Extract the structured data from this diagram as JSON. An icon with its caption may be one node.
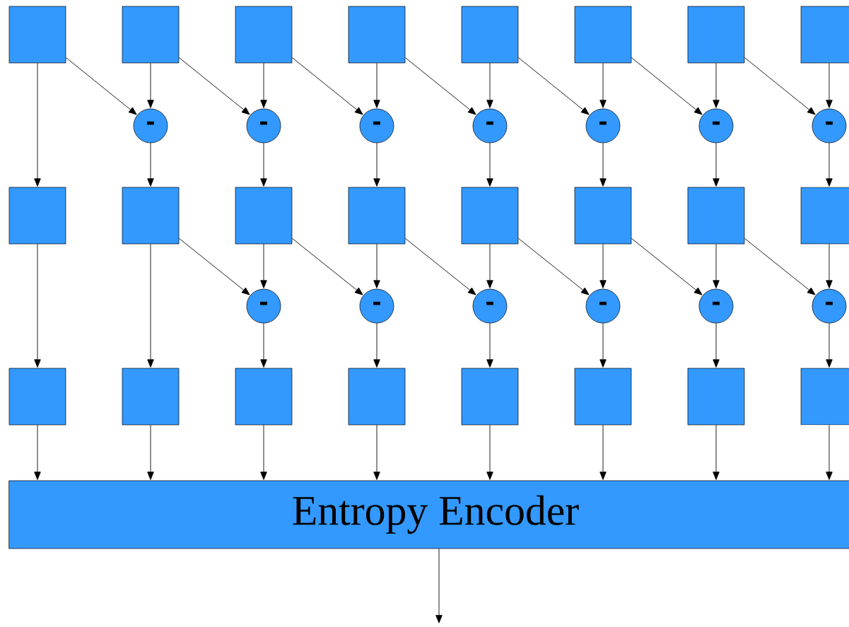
{
  "diagram": {
    "nodes": [
      {
        "text": [],
        "shape": "box"
      },
      {
        "text": [],
        "shape": "box"
      },
      {
        "text": [],
        "shape": "box"
      },
      {
        "text": [],
        "shape": "box"
      },
      {
        "text": [],
        "shape": "box"
      },
      {
        "text": [],
        "shape": "box"
      },
      {
        "text": [],
        "shape": "box"
      },
      {
        "text": [],
        "shape": "box"
      },
      {
        "text": [
          "-"
        ]
      },
      {
        "text": [
          "-"
        ]
      },
      {
        "text": [
          "-"
        ]
      },
      {
        "text": [
          "-"
        ]
      },
      {
        "text": [
          "-"
        ]
      },
      {
        "text": [
          "-"
        ]
      },
      {
        "text": [
          "-"
        ]
      },
      {
        "text": [],
        "shape": "box"
      },
      {
        "text": [],
        "shape": "box"
      },
      {
        "text": [],
        "shape": "box"
      },
      {
        "text": [],
        "shape": "box"
      },
      {
        "text": [],
        "shape": "box"
      },
      {
        "text": [],
        "shape": "box"
      },
      {
        "text": [],
        "shape": "box"
      },
      {
        "text": [],
        "shape": "box"
      },
      {
        "text": [
          "-"
        ]
      },
      {
        "text": [
          "-"
        ]
      },
      {
        "text": [
          "-"
        ]
      },
      {
        "text": [
          "-"
        ]
      },
      {
        "text": [
          "-"
        ]
      },
      {
        "text": [
          "-"
        ]
      },
      {
        "text": [],
        "shape": "box"
      },
      {
        "text": [],
        "shape": "box"
      },
      {
        "text": [],
        "shape": "box"
      },
      {
        "text": [],
        "shape": "box"
      },
      {
        "text": [],
        "shape": "box"
      },
      {
        "text": [],
        "shape": "box"
      },
      {
        "text": [],
        "shape": "box"
      },
      {
        "text": [],
        "shape": "box"
      },
      {
        "text": [
          "Entropy Encoder"
        ]
      }
    ],
    "edges": [
      {
        "from": 0,
        "to": 15,
        "arrow": "to"
      },
      {
        "from": 0,
        "to": 8,
        "arrow": "to"
      },
      {
        "from": 1,
        "to": 8,
        "arrow": "to"
      },
      {
        "from": 8,
        "to": 16,
        "arrow": "to"
      },
      {
        "from": 1,
        "to": 9,
        "arrow": "to"
      },
      {
        "from": 2,
        "to": 9,
        "arrow": "to"
      },
      {
        "from": 9,
        "to": 17,
        "arrow": "to"
      },
      {
        "from": 2,
        "to": 10,
        "arrow": "to"
      },
      {
        "from": 3,
        "to": 10,
        "arrow": "to"
      },
      {
        "from": 10,
        "to": 18,
        "arrow": "to"
      },
      {
        "from": 3,
        "to": 11,
        "arrow": "to"
      },
      {
        "from": 4,
        "to": 11,
        "arrow": "to"
      },
      {
        "from": 11,
        "to": 19,
        "arrow": "to"
      },
      {
        "from": 4,
        "to": 12,
        "arrow": "to"
      },
      {
        "from": 5,
        "to": 12,
        "arrow": "to"
      },
      {
        "from": 12,
        "to": 20,
        "arrow": "to"
      },
      {
        "from": 5,
        "to": 13,
        "arrow": "to"
      },
      {
        "from": 6,
        "to": 13,
        "arrow": "to"
      },
      {
        "from": 13,
        "to": 21,
        "arrow": "to"
      },
      {
        "from": 6,
        "to": 14,
        "arrow": "to"
      },
      {
        "from": 7,
        "to": 14,
        "arrow": "to"
      },
      {
        "from": 14,
        "to": 22,
        "arrow": "to"
      },
      {
        "from": 15,
        "to": 29,
        "arrow": "to"
      },
      {
        "from": 16,
        "to": 30,
        "arrow": "to"
      },
      {
        "from": 16,
        "to": 23,
        "arrow": "to"
      },
      {
        "from": 17,
        "to": 23,
        "arrow": "to"
      },
      {
        "from": 23,
        "to": 31,
        "arrow": "to"
      },
      {
        "from": 17,
        "to": 24,
        "arrow": "to"
      },
      {
        "from": 18,
        "to": 24,
        "arrow": "to"
      },
      {
        "from": 24,
        "to": 32,
        "arrow": "to"
      },
      {
        "from": 18,
        "to": 25,
        "arrow": "to"
      },
      {
        "from": 19,
        "to": 25,
        "arrow": "to"
      },
      {
        "from": 25,
        "to": 33,
        "arrow": "to"
      },
      {
        "from": 19,
        "to": 26,
        "arrow": "to"
      },
      {
        "from": 20,
        "to": 26,
        "arrow": "to"
      },
      {
        "from": 26,
        "to": 34,
        "arrow": "to"
      },
      {
        "from": 20,
        "to": 27,
        "arrow": "to"
      },
      {
        "from": 21,
        "to": 27,
        "arrow": "to"
      },
      {
        "from": 27,
        "to": 35,
        "arrow": "to"
      },
      {
        "from": 21,
        "to": 28,
        "arrow": "to"
      },
      {
        "from": 22,
        "to": 28,
        "arrow": "to"
      },
      {
        "from": 28,
        "to": 36,
        "arrow": "to"
      },
      {
        "from": 29,
        "to": 37,
        "arrow": "to"
      },
      {
        "from": 30,
        "to": 37,
        "arrow": "to"
      },
      {
        "from": 31,
        "to": 37,
        "arrow": "to"
      },
      {
        "from": 32,
        "to": 37,
        "arrow": "to"
      },
      {
        "from": 33,
        "to": 37,
        "arrow": "to"
      },
      {
        "from": 34,
        "to": 37,
        "arrow": "to"
      },
      {
        "from": 35,
        "to": 37,
        "arrow": "to"
      },
      {
        "from": 36,
        "to": 37,
        "arrow": "to"
      },
      {
        "from": 37,
        "to": null,
        "arrow": "to"
      }
    ]
  }
}
